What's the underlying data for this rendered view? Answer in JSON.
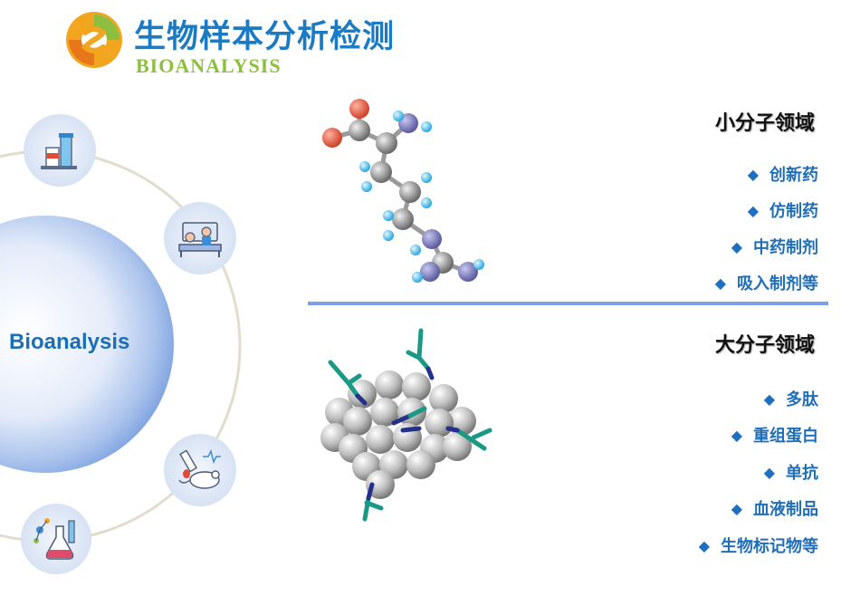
{
  "header": {
    "title_cn": "生物样本分析检测",
    "title_en": "BIOANALYSIS",
    "logo_icon": "swirl-logo-icon"
  },
  "center": {
    "label": "Bioanalysis"
  },
  "orbit_icons": [
    "lab-tubes-icon",
    "patient-bed-icon",
    "blood-mouse-icon",
    "chemistry-flask-icon"
  ],
  "small_molecule": {
    "title": "小分子领域",
    "items": [
      "创新药",
      "仿制药",
      "中药制剂",
      "吸入制剂等"
    ]
  },
  "large_molecule": {
    "title": "大分子领域",
    "items": [
      "多肽",
      "重组蛋白",
      "单抗",
      "血液制品",
      "生物标记物等"
    ]
  },
  "colors": {
    "title_blue": "#1a7bc4",
    "title_green": "#8cbf3f",
    "item_blue": "#1f6fb8",
    "divider": "#7e9ee6"
  }
}
